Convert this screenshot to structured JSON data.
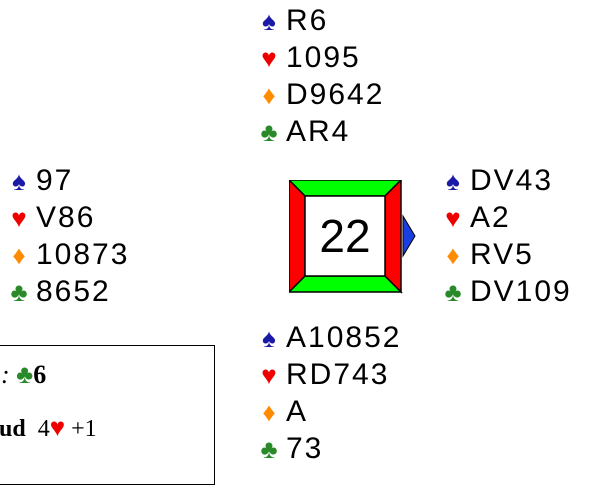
{
  "board": {
    "number": "22",
    "colors": {
      "ns": "#ff0000",
      "ew": "#00ff00",
      "dealer_arrow": "#1a3fe0"
    }
  },
  "hands": {
    "north": {
      "spades": "R6",
      "hearts": "1095",
      "diamonds": "D9642",
      "clubs": "AR4"
    },
    "west": {
      "spades": "97",
      "hearts": "V86",
      "diamonds": "10873",
      "clubs": "8652"
    },
    "east": {
      "spades": "DV43",
      "hearts": "A2",
      "diamonds": "RV5",
      "clubs": "DV109"
    },
    "south": {
      "spades": "A10852",
      "hearts": "RD743",
      "diamonds": "A",
      "clubs": "73"
    }
  },
  "suit_symbols": {
    "spades": "♠",
    "hearts": "♥",
    "diamonds": "♦",
    "clubs": "♣"
  },
  "contract_box": {
    "line1_colon": ":",
    "line1_level": "6",
    "line2_direction": "ud",
    "line2_level": "4",
    "line2_result": "+1"
  }
}
